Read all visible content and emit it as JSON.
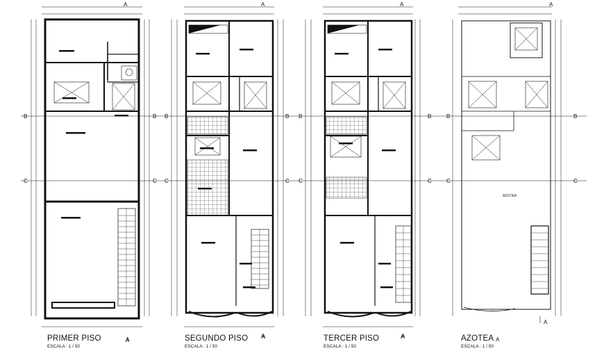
{
  "plans": [
    {
      "id": "primer",
      "title": "PRIMER PISO",
      "scale_label": "ESCALA :",
      "scale_value": "1 / 50"
    },
    {
      "id": "segundo",
      "title": "SEGUNDO PISO",
      "scale_label": "ESCALA :",
      "scale_value": "1 / 50"
    },
    {
      "id": "tercer",
      "title": "TERCER PISO",
      "scale_label": "ESCALA :",
      "scale_value": "1 / 50"
    },
    {
      "id": "azotea",
      "title": "AZOTEA",
      "scale_label": "ESCALA :",
      "scale_value": "1 / 50"
    }
  ],
  "section_markers": {
    "a": "A",
    "b": "B",
    "c": "C"
  },
  "room_labels": {
    "azotea": "AZOTEA"
  },
  "colors": {
    "line": "#111111",
    "background": "#ffffff"
  }
}
